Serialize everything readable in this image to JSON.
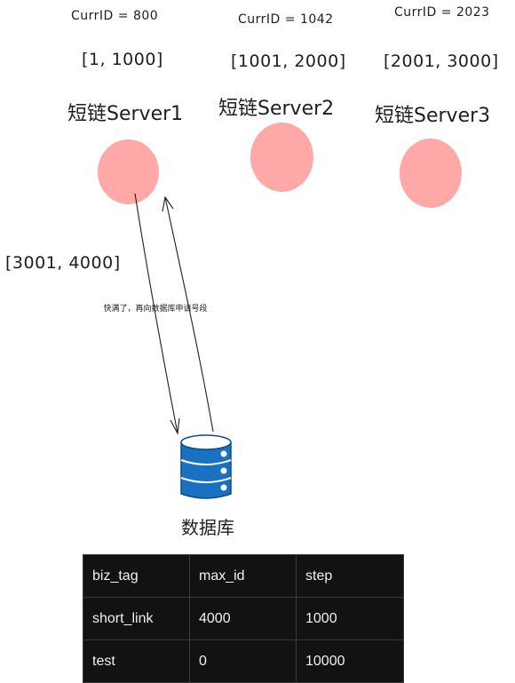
{
  "servers": [
    {
      "name": "短链Server1",
      "curr_id": "CurrID = 800",
      "range": "[1, 1000]"
    },
    {
      "name": "短链Server2",
      "curr_id": "CurrID = 1042",
      "range": "[1001, 2000]"
    },
    {
      "name": "短链Server3",
      "curr_id": "CurrID = 2023",
      "range": "[2001, 3000]"
    }
  ],
  "next_range": "[3001, 4000]",
  "arrow_note": "快满了，再向数据库申请号段",
  "database": {
    "label": "数据库",
    "icon": "database-icon",
    "color": "#1971c2"
  },
  "node_color": "#ffa8a8",
  "table": {
    "headers": [
      "biz_tag",
      "max_id",
      "step"
    ],
    "rows": [
      [
        "short_link",
        "4000",
        "1000"
      ],
      [
        "test",
        "0",
        "10000"
      ]
    ]
  }
}
